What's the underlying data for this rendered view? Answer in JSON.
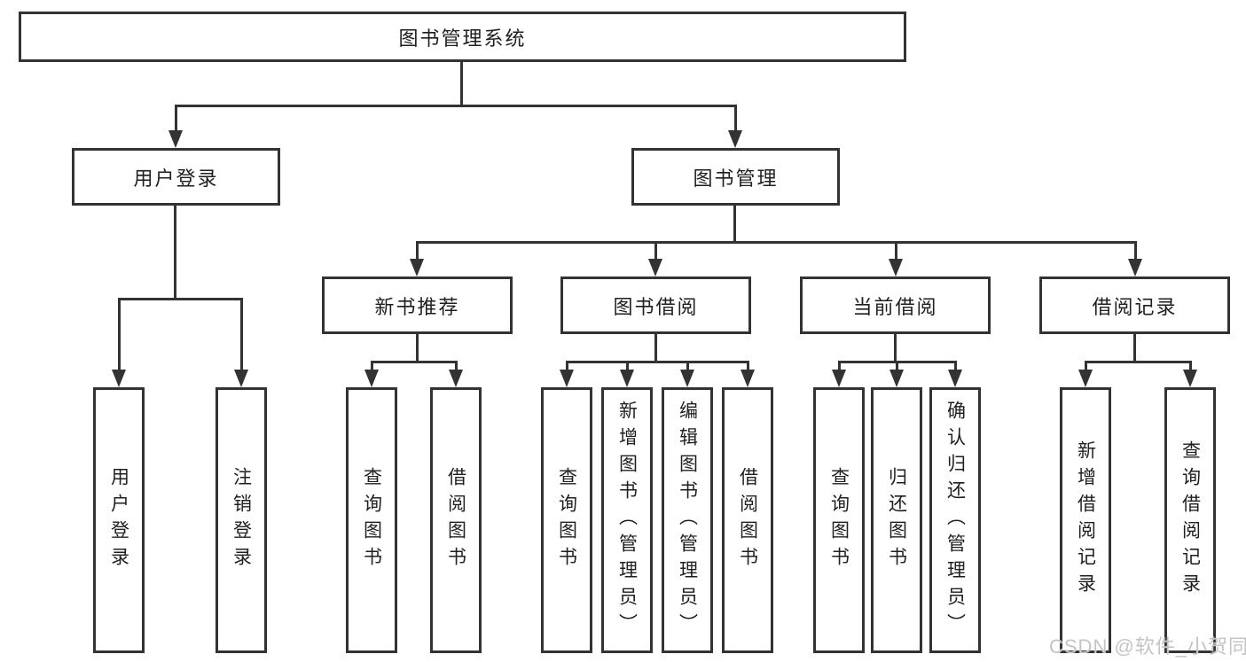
{
  "diagram": {
    "root": "图书管理系统",
    "level2": {
      "user_login": "用户登录",
      "book_management": "图书管理"
    },
    "level3": {
      "new_book_recommend": "新书推荐",
      "book_borrowing": "图书借阅",
      "current_borrowing": "当前借阅",
      "borrowing_records": "借阅记录"
    },
    "leaves": {
      "user_login": [
        "用户登录",
        "注销登录"
      ],
      "new_book_recommend": [
        "查询图书",
        "借阅图书"
      ],
      "book_borrowing": [
        "查询图书",
        "新增图书（管理员）",
        "编辑图书（管理员）",
        "借阅图书"
      ],
      "current_borrowing": [
        "查询图书",
        "归还图书",
        "确认归还（管理员）"
      ],
      "borrowing_records": [
        "新增借阅记录",
        "查询借阅记录"
      ]
    }
  },
  "watermark": "CSDN @软件_小贺同学",
  "colors": {
    "line": "#333333",
    "text": "#1f1f1f",
    "watermark": "#c4c4c4",
    "background": "#ffffff"
  }
}
